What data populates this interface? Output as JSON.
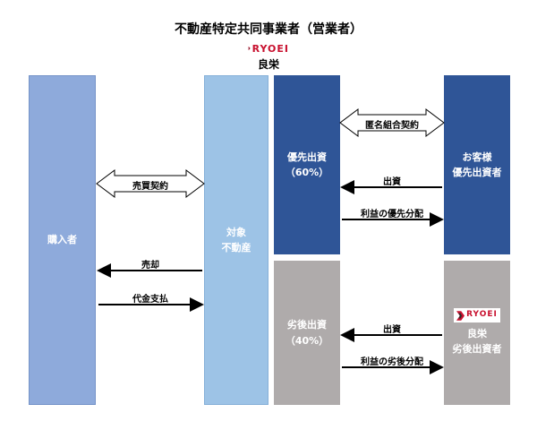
{
  "title": "不動産特定共同事業者（営業者）",
  "logo": {
    "text": "RYOEI",
    "subtitle": "良栄"
  },
  "boxes": {
    "buyer": "購入者",
    "property": "対象\n不動産",
    "priority": "優先出資\n（60%）",
    "subordinate": "劣後出資\n（40%）",
    "customer": "お客様\n優先出資者",
    "ryoei": "良栄\n劣後出資者"
  },
  "arrows": {
    "sale_contract": "売買契約",
    "anonymous_partnership": "匿名組合契約",
    "sale": "売却",
    "payment": "代金支払",
    "investment_top": "出資",
    "priority_dist": "利益の優先分配",
    "investment_bottom": "出資",
    "subordinate_dist": "利益の劣後分配"
  },
  "colors": {
    "buyer": "#8eaadb",
    "property": "#9dc3e6",
    "priority": "#2f5597",
    "subordinate": "#afabab",
    "logo_red": "#c8102e"
  }
}
